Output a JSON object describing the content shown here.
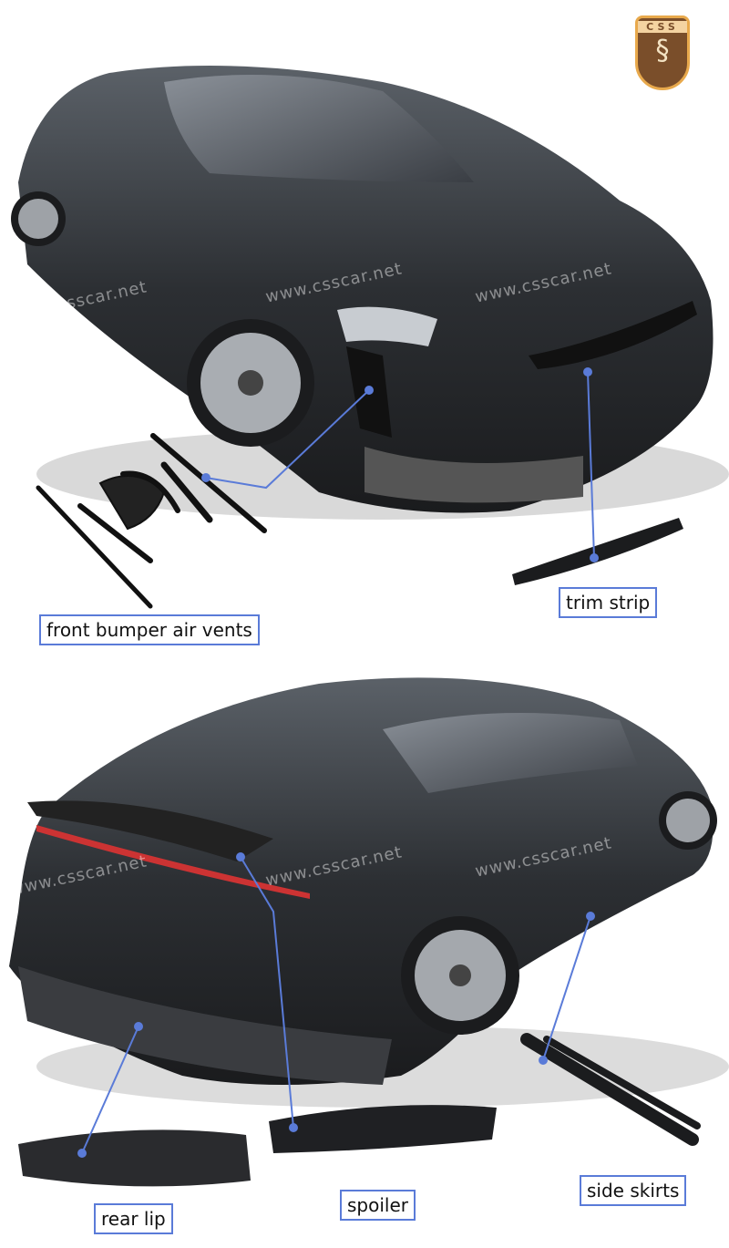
{
  "logo": {
    "text": "CSS"
  },
  "watermark": "www.csscar.net",
  "labels": {
    "front_vents": "front bumper air vents",
    "trim_strip": "trim strip",
    "rear_lip": "rear lip",
    "spoiler": "spoiler",
    "side_skirts": "side skirts"
  },
  "colors": {
    "callout": "#5a7bd8",
    "car": "#2c2f33",
    "logo_bg": "#7a4e2a"
  }
}
